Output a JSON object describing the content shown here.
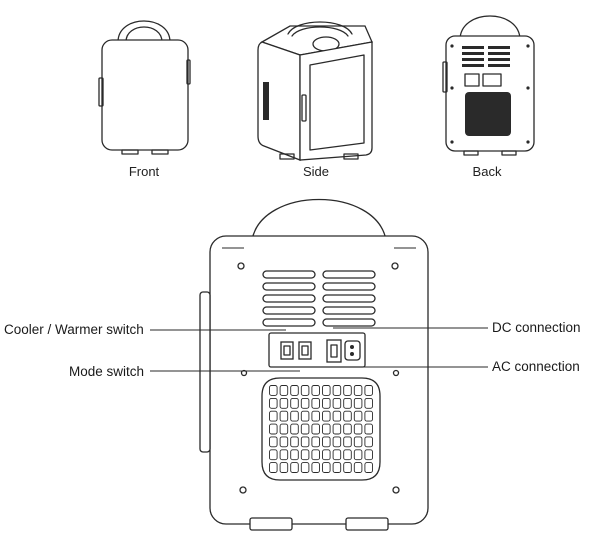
{
  "views": {
    "front": "Front",
    "side": "Side",
    "back": "Back"
  },
  "callouts": {
    "cooler_warmer_switch": "Cooler / Warmer switch",
    "mode_switch": "Mode switch",
    "dc_connection": "DC connection",
    "ac_connection": "AC connection"
  },
  "colors": {
    "line": "#2a2a2a",
    "background": "#ffffff"
  }
}
